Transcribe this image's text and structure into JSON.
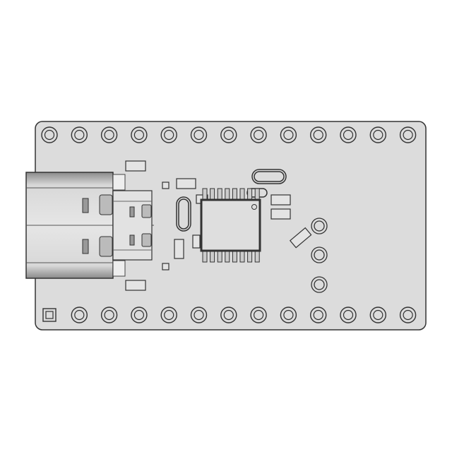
{
  "colors": {
    "background": "#ffffff",
    "board": "#dcdcdc",
    "outline": "#333333",
    "connector_light": "#e8e8e8",
    "connector_dark": "#8a8a8a",
    "pad": "#a0a0a0"
  },
  "board": {
    "header_pins_per_row": 13,
    "rows": 2,
    "first_pin_square": true
  },
  "components": [
    {
      "name": "usb-c-connector-icon"
    },
    {
      "name": "qfn-ic-icon",
      "pins_per_side": 8
    },
    {
      "name": "crystal-icon"
    },
    {
      "name": "test-pad-icon",
      "count": 3
    }
  ]
}
